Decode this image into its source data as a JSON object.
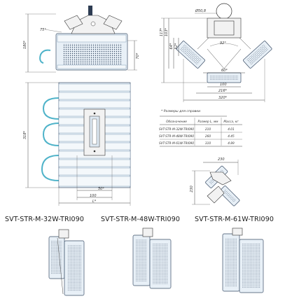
{
  "dimensions": {
    "front_height": "180*",
    "front_angle": "75°",
    "front_side_height": "70*",
    "mount_diameter": "Ø50,8",
    "mount_117": "117*",
    "mount_103": "103*",
    "mount_64": "64*",
    "mount_52": "52*",
    "side_angle": "92°",
    "side_60": "60*",
    "side_100": "100",
    "side_216": "216*",
    "side_320": "320*",
    "top_length": "318*",
    "top_50": "50*",
    "top_100": "100",
    "top_L": "L*",
    "corner_230_top": "230",
    "corner_230_side": "230"
  },
  "table": {
    "note": "* Размеры для справки",
    "headers": [
      "Обозначение",
      "Размер L, мм",
      "Масса, кг"
    ],
    "rows": [
      [
        "SVT-STR-M-32W-TRI090",
        "210",
        "4.01"
      ],
      [
        "SVT-STR-M-48W-TRI090",
        "260",
        "4.45"
      ],
      [
        "SVT-STR-M-61W-TRI090",
        "310",
        "4.89"
      ]
    ]
  },
  "models": [
    {
      "label": "SVT-STR-M-32W-TRI090"
    },
    {
      "label": "SVT-STR-M-48W-TRI090"
    },
    {
      "label": "SVT-STR-M-61W-TRI090"
    }
  ]
}
